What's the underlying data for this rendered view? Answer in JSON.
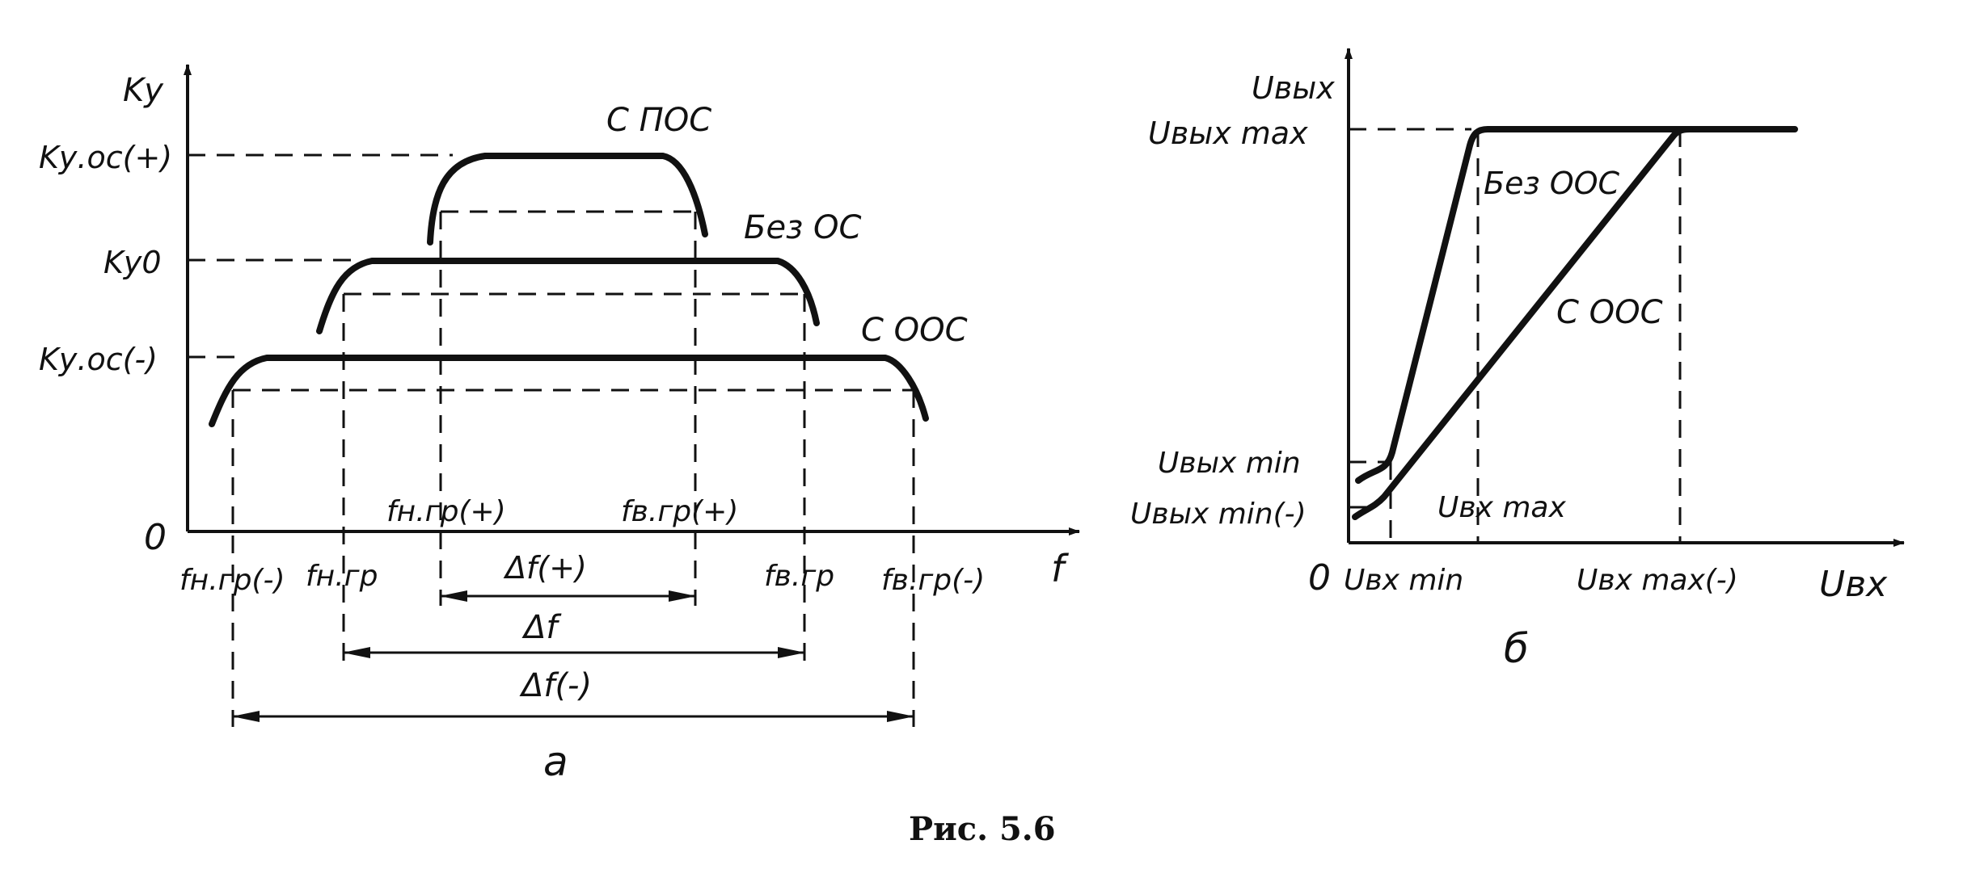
{
  "caption": "Рис. 5.6",
  "panel_a": {
    "label": "а",
    "axis_y": "Kу",
    "axis_x": "f",
    "origin": "0",
    "level_pos": "Kу.ос(+)",
    "level_0": "Kу0",
    "level_neg": "Kу.ос(-)",
    "curve_pos": "С ПОС",
    "curve_0": "Без ОС",
    "curve_neg": "С ООС",
    "f_low_pos": "fн.гр(+)",
    "f_high_pos": "fв.гр(+)",
    "f_low_0": "fн.гр",
    "f_high_0": "fв.гр",
    "f_low_neg": "fн.гр(-)",
    "f_high_neg": "fв.гр(-)",
    "df_pos": "Δf(+)",
    "df_0": "Δf",
    "df_neg": "Δf(-)"
  },
  "panel_b": {
    "label": "б",
    "axis_y": "Uвых",
    "axis_x": "Uвх",
    "origin": "0",
    "uout_max": "Uвых max",
    "uout_min": "Uвых min",
    "uout_min_neg": "Uвых min(-)",
    "uin_min": "Uвх min",
    "uin_max": "Uвх max",
    "uin_max_neg": "Uвх max(-)",
    "curve_no_fb": "Без ООС",
    "curve_neg_fb": "С ООС"
  }
}
